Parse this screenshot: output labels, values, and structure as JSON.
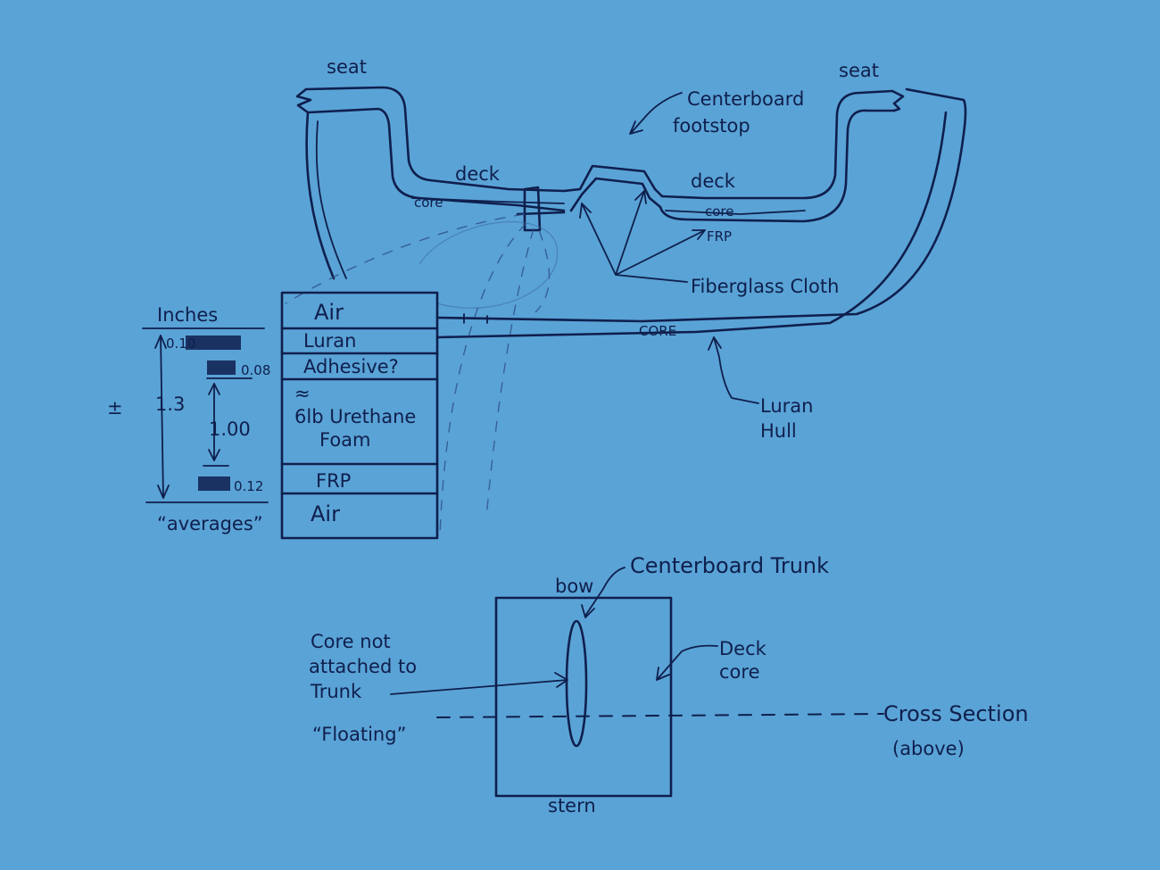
{
  "labels": {
    "seat_left": "seat",
    "seat_right": "seat",
    "centerboard_footstop_1": "Centerboard",
    "centerboard_footstop_2": "footstop",
    "deck_left": "deck",
    "deck_right": "deck",
    "core_left": "core",
    "core_right": "core",
    "frp_top": "FRP",
    "fiberglass_cloth": "Fiberglass Cloth",
    "core_bottom": "CORE",
    "luran_hull_1": "Luran",
    "luran_hull_2": "Hull",
    "centerboard_trunk": "Centerboard Trunk",
    "bow": "bow",
    "stern": "stern",
    "deck_core_1": "Deck",
    "deck_core_2": "core",
    "core_not_attached_1": "Core not",
    "core_not_attached_2": "attached to",
    "core_not_attached_3": "Trunk",
    "floating": "“Floating”",
    "cross_section_1": "Cross Section",
    "cross_section_2": "(above)"
  },
  "layers": {
    "units": "Inches",
    "note": "“averages”",
    "plus_minus": "±",
    "total": "1.3",
    "items": [
      {
        "name": "Air",
        "thickness": ""
      },
      {
        "name": "Luran",
        "thickness": "0.10"
      },
      {
        "name": "Adhesive?",
        "thickness": "0.08"
      },
      {
        "name": "≈",
        "name2": "6lb Urethane",
        "name3": "Foam",
        "thickness": "1.00"
      },
      {
        "name": "FRP",
        "thickness": "0.12"
      },
      {
        "name": "Air",
        "thickness": ""
      }
    ]
  },
  "colors": {
    "paper": "#5aa3d6",
    "ink": "#0f1f4d"
  }
}
